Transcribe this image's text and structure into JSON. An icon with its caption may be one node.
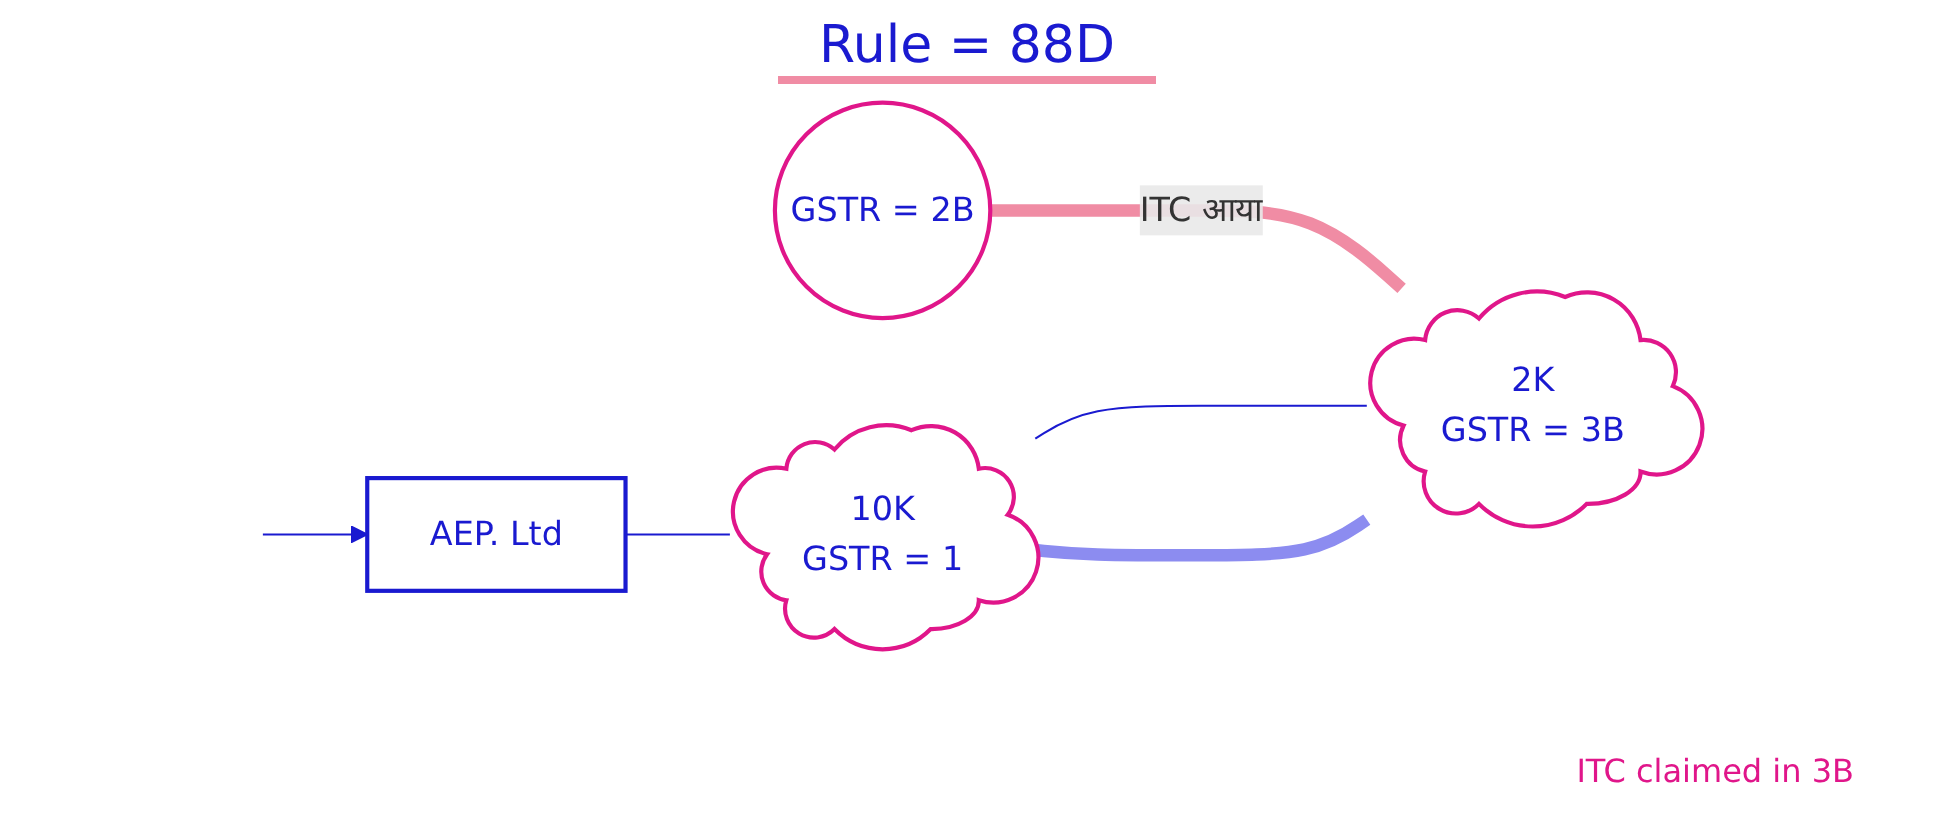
{
  "diagram": {
    "title": "Rule = 88D",
    "nodes": [
      {
        "text": [
          "GSTR = 2B"
        ]
      },
      {
        "text": [
          "AEP. Ltd"
        ]
      },
      {
        "text": [
          "10K",
          "GSTR = 1"
        ]
      },
      {
        "text": [
          "2K",
          "GSTR = 3B"
        ]
      }
    ],
    "edges": [
      {
        "from": null,
        "to": 1,
        "arrow": "to"
      },
      {
        "from": 1,
        "to": 2,
        "arrow": "none"
      },
      {
        "from": 2,
        "to": 3,
        "arrow": "none"
      },
      {
        "from": 0,
        "to": 3,
        "arrow": "none",
        "label": "ITC आया",
        "style": "thick",
        "color": "#f08ca4"
      },
      {
        "from": 2,
        "to": 3,
        "arrow": "none",
        "style": "thick",
        "color": "#8c8cf0"
      }
    ],
    "labels": [
      "ITC claimed in 3B"
    ]
  }
}
